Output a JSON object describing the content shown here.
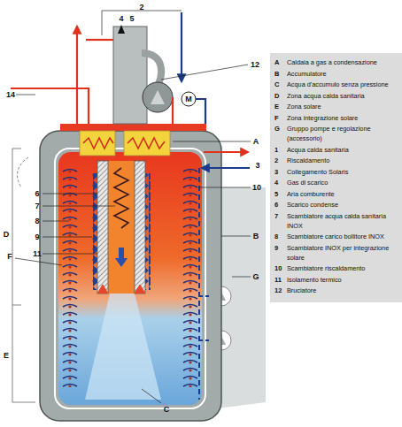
{
  "diagram": {
    "nodes": [
      {
        "text": [
          "A",
          "Caldaia a gas a condensazione",
          "B",
          "Accumulatore",
          "C",
          "Acqua d'accumulo senza pressione",
          "D",
          "Zona acqua calda sanitaria",
          "E",
          "Zona solare",
          "F",
          "Zona integrazione solare",
          "G",
          "Gruppo pompe e regolazione (accessorio)",
          "1",
          "Acqua calda sanitaria",
          "2",
          "Riscaldamento",
          "3",
          "Collegamento Solaris",
          "4",
          "Gas di scarico",
          "5",
          "Aria comburente",
          "6",
          "Scarico condense",
          "7",
          "Scambiatore acqua calda sanitaria INOX",
          "8",
          "Scambiatore carico bollitore INOX",
          "9",
          "Scambiatore INOX per integrazione solare",
          "10",
          "Scambiatore riscaldamento",
          "11",
          "Isolamento termico",
          "12",
          "Bruciatore"
        ]
      }
    ],
    "labels": [
      "2",
      "4",
      "5",
      "12",
      "14",
      "M",
      "A",
      "3",
      "10",
      "6",
      "7",
      "8",
      "D",
      "B",
      "9",
      "11",
      "F",
      "G",
      "E",
      "C"
    ]
  }
}
